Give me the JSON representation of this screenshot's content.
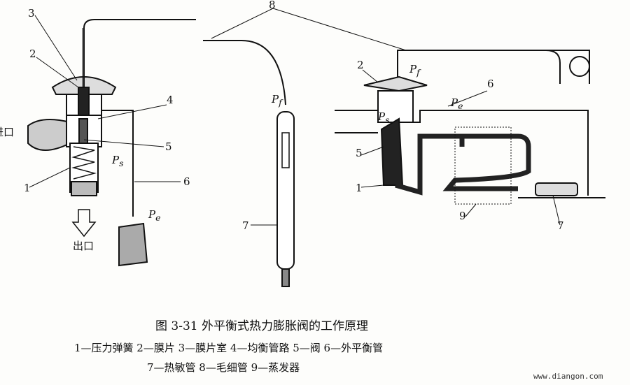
{
  "figure": {
    "title": "图 3-31   外平衡式热力膨胀阀的工作原理",
    "legend_line1": "1—压力弹簧   2—膜片   3—膜片室   4—均衡管路   5—阀   6—外平衡管",
    "legend_line2": "7—热敏管   8—毛细管   9—蒸发器"
  },
  "left_labels": {
    "n1": "1",
    "n2": "2",
    "n3": "3",
    "n4": "4",
    "n5": "5",
    "n6": "6",
    "n7": "7",
    "n8": "8",
    "inlet": "进口",
    "outlet": "出口",
    "pf": "P",
    "pf_sub": "f",
    "ps": "P",
    "ps_sub": "s",
    "pe": "P",
    "pe_sub": "e"
  },
  "right_labels": {
    "n1": "1",
    "n2": "2",
    "n5": "5",
    "n6": "6",
    "n7": "7",
    "n9": "9",
    "pf": "P",
    "pf_sub": "f",
    "ps": "P",
    "ps_sub": "s",
    "pe": "P",
    "pe_sub": "e"
  },
  "watermark": "www.diangon.com"
}
